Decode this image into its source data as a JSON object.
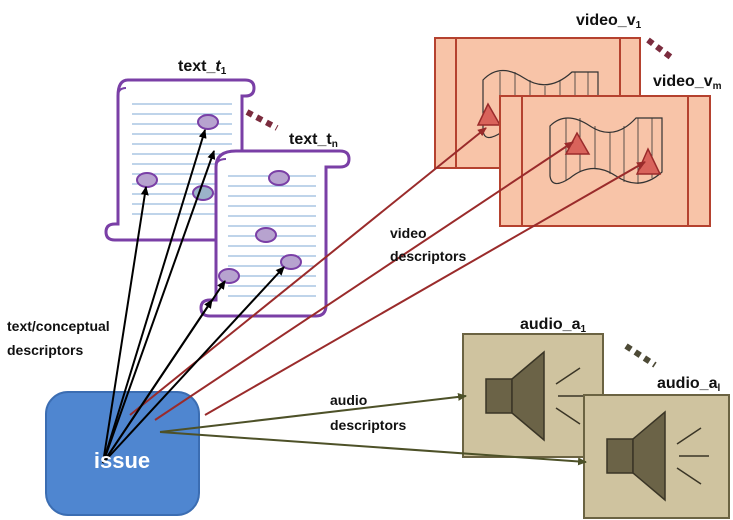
{
  "labels": {
    "text_first": "text_",
    "text_first_var": "t",
    "text_first_sub": "1",
    "text_last": "text_t",
    "text_last_sub": "n",
    "video_first": "video_v",
    "video_first_sub": "1",
    "video_last": "video_v",
    "video_last_sub": "m",
    "audio_first": "audio_a",
    "audio_first_sub": "1",
    "audio_last": "audio_a",
    "audio_last_sub": "l"
  },
  "descriptors": {
    "text_line1": "text/conceptual",
    "text_line2": "descriptors",
    "video_line1": "video",
    "video_line2": "descriptors",
    "audio_line1": "audio",
    "audio_line2": "descriptors"
  },
  "issue": {
    "label": "issue"
  },
  "colors": {
    "text_frame": "#7a3fa6",
    "text_dot": "#b7a3cf",
    "text_rule": "#7fa9d6",
    "video_fill": "#f8c4a8",
    "video_stroke": "#b5422f",
    "video_arrow": "#9a2b2b",
    "audio_fill": "#cfc39f",
    "audio_stroke": "#6b6342",
    "audio_arrow": "#4d5128",
    "issue_fill": "#4f86d0",
    "issue_stroke": "#3b6db2",
    "ellipsis": "#7b2c3e"
  }
}
